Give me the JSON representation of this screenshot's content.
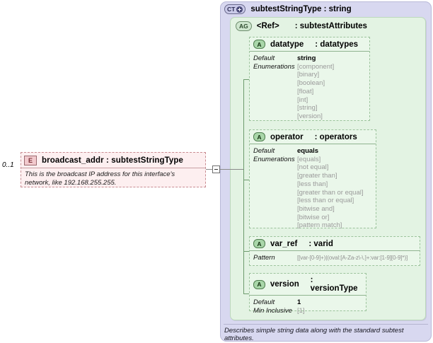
{
  "left_element": {
    "cardinality": "0..1",
    "icon": "E",
    "title": "broadcast_addr : subtestStringType",
    "description": "This is the broadcast IP address for this interface's network, like 192.168.255.255."
  },
  "complex_type": {
    "icon": "CT",
    "title": "subtestStringType : string",
    "footer_annotation": "Describes simple string data along with the standard subtest attributes."
  },
  "attribute_group": {
    "icon": "AG",
    "ref": "<Ref>",
    "type": ": subtestAttributes"
  },
  "attributes": [
    {
      "icon": "A",
      "name": "datatype",
      "type": ": datatypes",
      "default_label": "Default",
      "default_value": "string",
      "enum_label": "Enumerations",
      "enumerations": [
        "[component]",
        "[binary]",
        "[boolean]",
        "[float]",
        "[int]",
        "[string]",
        "[version]"
      ]
    },
    {
      "icon": "A",
      "name": "operator",
      "type": ": operators",
      "default_label": "Default",
      "default_value": "equals",
      "enum_label": "Enumerations",
      "enumerations": [
        "[equals]",
        "[not equal]",
        "[greater than]",
        "[less than]",
        "[greater than or equal]",
        "[less than or equal]",
        "[bitwise and]",
        "[bitwise or]",
        "[pattern match]"
      ]
    },
    {
      "icon": "A",
      "name": "var_ref",
      "type": ": varid",
      "pattern_label": "Pattern",
      "pattern_value": "[[var-[0-9]+)|(oval:[A-Za-z\\-\\.]+:var:[1-9][0-9]*)]"
    },
    {
      "icon": "A",
      "name": "version",
      "type": ": versionType",
      "default_label": "Default",
      "default_value": "1",
      "min_inclusive_label": "Min Inclusive",
      "min_inclusive_value": "[1]"
    }
  ],
  "colors": {
    "element_fill": "#fdeff0",
    "element_border": "#c88b91",
    "complex_type_fill": "#d8d8f0",
    "attr_group_fill": "#e3f3e3",
    "attr_fill": "#eaf7ea",
    "dim_text": "#9a9a9a"
  }
}
